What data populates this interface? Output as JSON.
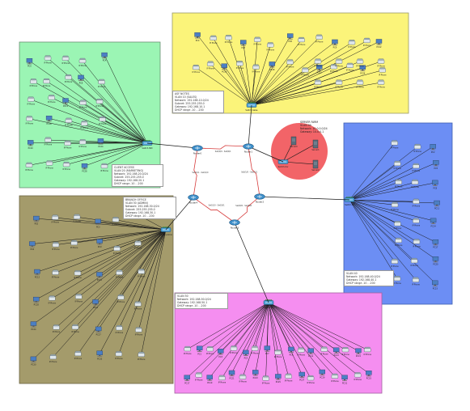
{
  "diagram": {
    "zones": [
      {
        "id": "yellow",
        "color": "#fbf47a",
        "border": "#9a9a6a"
      },
      {
        "id": "green",
        "color": "#9bf5b4",
        "border": "#6a8f74"
      },
      {
        "id": "olive",
        "color": "#a49b6b",
        "border": "#6c6543"
      },
      {
        "id": "blue",
        "color": "#6c8ef4",
        "border": "#3f5fb0"
      },
      {
        "id": "magenta",
        "color": "#f58ef0",
        "border": "#a462a0"
      },
      {
        "id": "server-circle",
        "color": "#f26468"
      }
    ],
    "link_colors": {
      "access": "#1a1a1a",
      "wan": "#d63b3b",
      "hub": "#2e8b2e"
    },
    "notes": {
      "yellow": [
        "ASF NOTES",
        "VLAN 10 (SALES)",
        "Network: 192.168.10.0/24",
        "Subnet: 255.255.255.0",
        "Gateway: 192.168.10.1",
        "DHCP range .10 - .200"
      ],
      "green": [
        "CLIENT ACCESS",
        "VLAN 20 (MARKETING)",
        "Network: 192.168.20.0/24",
        "Subnet: 255.255.255.0",
        "Gateway: 192.168.20.1",
        "DHCP range .10 - .200"
      ],
      "olive": [
        "BRANCH OFFICE",
        "VLAN 30 (ADMIN)",
        "Network: 192.168.30.0/24",
        "Subnet: 255.255.255.0",
        "Gateway: 192.168.30.1",
        "DHCP range .10 - .200"
      ],
      "blue": [
        "VLAN 40",
        "Network: 192.168.40.0/24",
        "Gateway: 192.168.40.1",
        "DHCP range .10 - .200"
      ],
      "magenta": [
        "VLAN 50",
        "Network: 192.168.50.0/24",
        "Gateway: 192.168.50.1",
        "DHCP range .10 - .200"
      ],
      "servers": [
        "SERVER FARM",
        "VLAN 99",
        "Network: 10.0.0.0/24",
        "Gateway: 10.0.0.1"
      ]
    },
    "routers": [
      {
        "id": "R1",
        "label": "Router0"
      },
      {
        "id": "R2",
        "label": "Router1"
      },
      {
        "id": "R3",
        "label": "Router2"
      },
      {
        "id": "R4",
        "label": "Router3"
      },
      {
        "id": "R5",
        "label": "Router4"
      }
    ],
    "wan_labels": [
      "Se0/0/0 - Se0/0/1",
      "Se0/1/0 - Se0/1/1",
      "Se0/0/0 - Se0/0/0",
      "Se0/1/0 - Se0/0/1",
      "Se0/1/1 - Se0/1/0"
    ],
    "switch_labels": {
      "yellow": "Switch-Sales",
      "green": "Switch-Mkt",
      "olive": "Switch-Admin",
      "blue": "Switch-40",
      "magenta": "Switch-50",
      "servers": "Switch-Srv"
    },
    "device_captions": {
      "pc": "PC",
      "phone": "IP Phone",
      "server": "Server"
    }
  }
}
